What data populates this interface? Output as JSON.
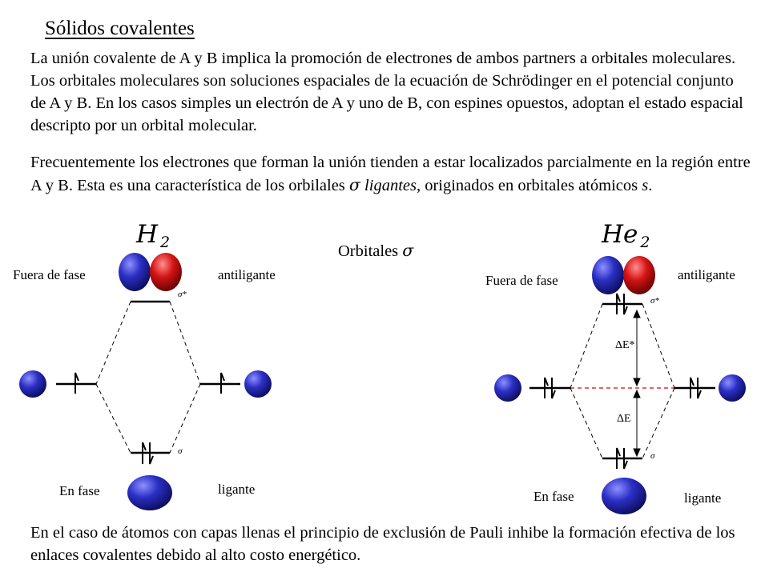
{
  "title": "Sólidos covalentes",
  "paragraphs": {
    "p1": "La unión covalente de A y B implica la promoción de electrones de ambos partners a orbitales moleculares. Los orbitales moleculares son soluciones espaciales de la ecuación de Schrödinger en el potencial conjunto de A y B. En los casos simples un electrón de A y uno de B, con espines opuestos, adoptan el estado espacial descripto por un orbital molecular.",
    "p2_a": "Frecuentemente los electrones que forman la unión tienden a estar localizados parcialmente en la región entre A y B. Esta es una característica de los orbilales",
    "p2_sigma": "σ",
    "p2_ligantes": "ligantes",
    "p2_b": ", originados en orbitales atómicos",
    "p2_s": "s",
    "p2_end": ".",
    "p3": "En el caso de átomos con capas llenas el principio de exclusión de Pauli inhibe la formación efectiva de los enlaces covalentes debido al alto costo energético."
  },
  "center_title": {
    "text": "Orbitales",
    "symbol": "σ"
  },
  "left_diagram": {
    "molecule": "H",
    "subscript": "2",
    "label_fuera_fase": "Fuera de fase",
    "label_antiligante": "antiligante",
    "label_en_fase": "En fase",
    "label_ligante": "ligante",
    "sigma_star": "σ*",
    "sigma": "σ"
  },
  "right_diagram": {
    "molecule": "He",
    "subscript": "2",
    "label_fuera_fase": "Fuera de fase",
    "label_antiligante": "antiligante",
    "label_en_fase": "En fase",
    "label_ligante": "ligante",
    "sigma_star": "σ*",
    "sigma": "σ",
    "delta_e_star": "ΔE*",
    "delta_e": "ΔE"
  },
  "colors": {
    "blue": "#2b2fc4",
    "red": "#d41414",
    "dashed_red": "#e03030"
  }
}
